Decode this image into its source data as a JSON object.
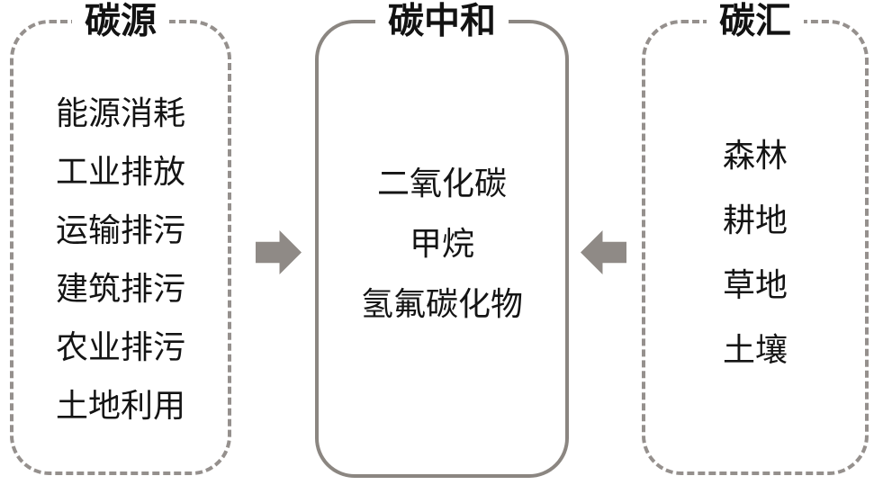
{
  "diagram": {
    "background_color": "#ffffff",
    "dashed_border_color": "#95908d",
    "solid_border_color": "#8b8681",
    "arrow_color": "#8f8a86",
    "text_color": "#141414",
    "boxes": [
      {
        "id": "carbon-source",
        "title": "碳源",
        "border_style": "dashed",
        "items": [
          "能源消耗",
          "工业排放",
          "运输排污",
          "建筑排污",
          "农业排污",
          "土地利用"
        ]
      },
      {
        "id": "carbon-neutrality",
        "title": "碳中和",
        "border_style": "solid",
        "items": [
          "二氧化碳",
          "甲烷",
          "氢氟碳化物"
        ]
      },
      {
        "id": "carbon-sink",
        "title": "碳汇",
        "border_style": "dashed",
        "items": [
          "森林",
          "耕地",
          "草地",
          "土壤"
        ]
      }
    ],
    "arrows": [
      {
        "name": "source-to-neutrality",
        "direction": "right"
      },
      {
        "name": "sink-to-neutrality",
        "direction": "left"
      }
    ]
  }
}
